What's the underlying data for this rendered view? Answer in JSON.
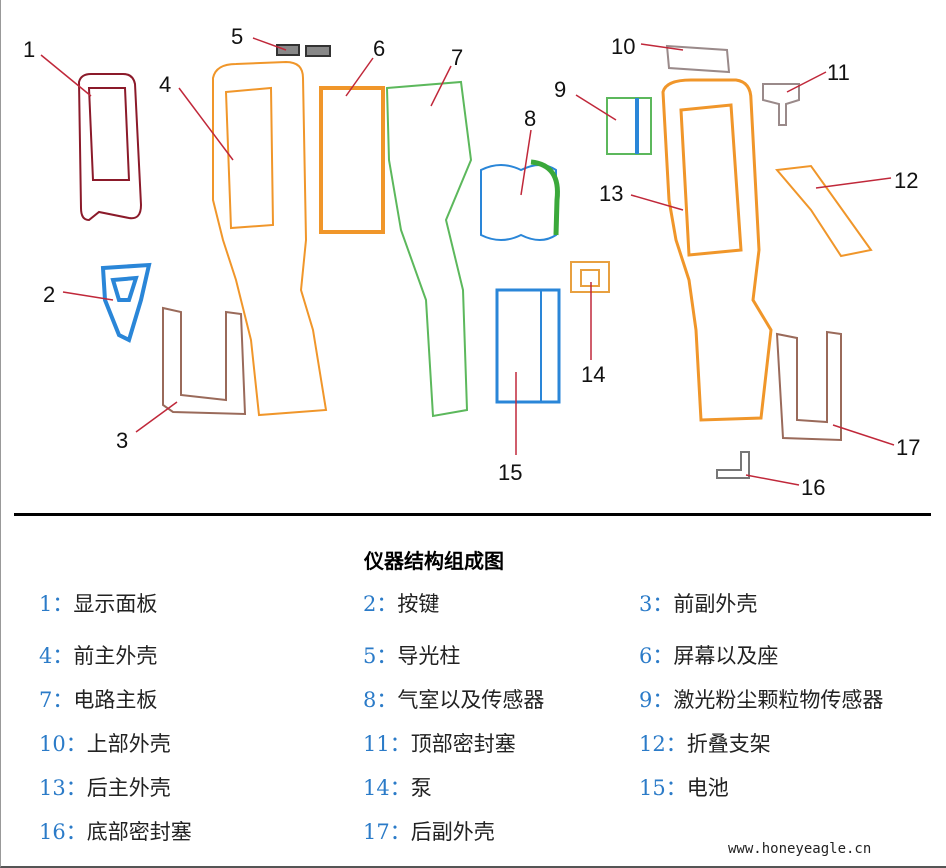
{
  "callouts": [
    "1",
    "2",
    "3",
    "4",
    "5",
    "6",
    "7",
    "8",
    "9",
    "10",
    "11",
    "12",
    "13",
    "14",
    "15",
    "16",
    "17"
  ],
  "title": "仪器结构组成图",
  "legend": [
    {
      "num": "1：",
      "label": "显示面板"
    },
    {
      "num": "2：",
      "label": "按键"
    },
    {
      "num": "3：",
      "label": "前副外壳"
    },
    {
      "num": "4：",
      "label": "前主外壳"
    },
    {
      "num": "5：",
      "label": "导光柱"
    },
    {
      "num": "6：",
      "label": "屏幕以及座"
    },
    {
      "num": "7：",
      "label": "电路主板"
    },
    {
      "num": "8：",
      "label": "气室以及传感器"
    },
    {
      "num": "9：",
      "label": "激光粉尘颗粒物传感器"
    },
    {
      "num": "10：",
      "label": "上部外壳"
    },
    {
      "num": "11：",
      "label": "顶部密封塞"
    },
    {
      "num": "12：",
      "label": "折叠支架"
    },
    {
      "num": "13：",
      "label": "后主外壳"
    },
    {
      "num": "14：",
      "label": "泵"
    },
    {
      "num": "15：",
      "label": "电池"
    },
    {
      "num": "16：",
      "label": "底部密封塞"
    },
    {
      "num": "17：",
      "label": "后副外壳"
    }
  ],
  "footer": "www.honeyeagle.cn",
  "colors": {
    "orange": "#f0962a",
    "green": "#5cb85c",
    "blue": "#2a86d8",
    "darkred": "#8b1a2a",
    "brown": "#9a6a5a",
    "leader": "#c0283a",
    "number": "#2b7bc8"
  }
}
